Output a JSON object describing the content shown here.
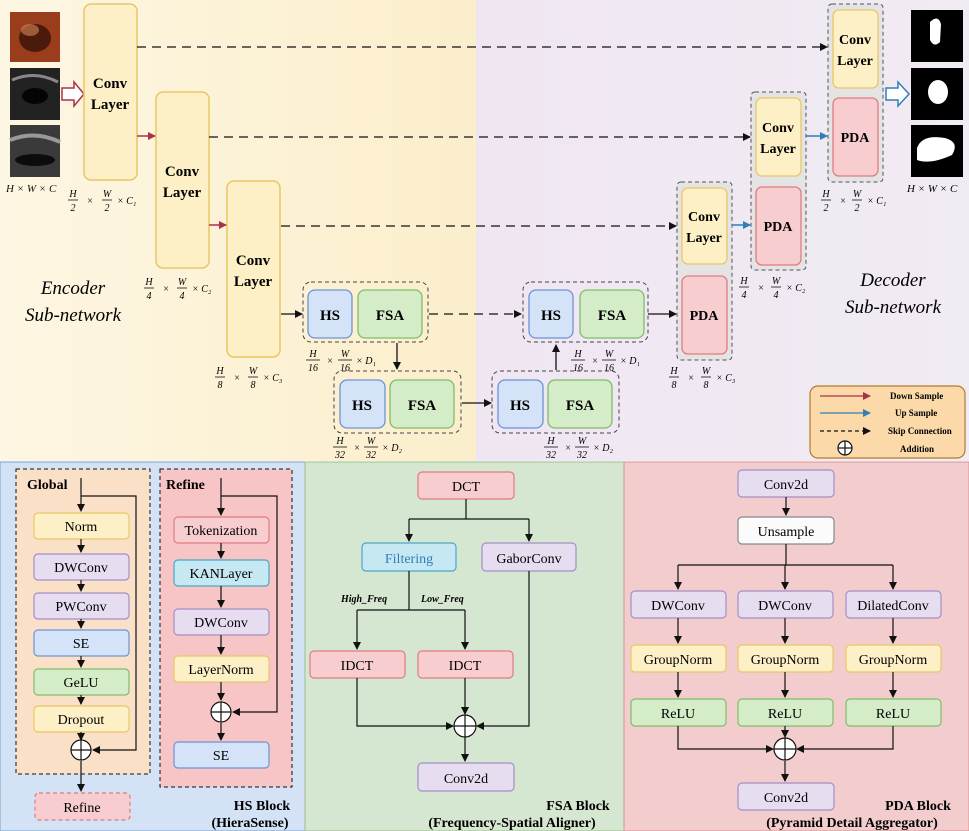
{
  "encoder": {
    "title_line1": "Encoder",
    "title_line2": "Sub-network",
    "conv_line1": "Conv",
    "conv_line2": "Layer",
    "input_dim": "H × W × C",
    "dim1": {
      "num": "H",
      "num2": "W",
      "den": "2",
      "rest": "× C₁"
    },
    "dim2": {
      "num": "H",
      "num2": "W",
      "den": "4",
      "rest": "× C₂"
    },
    "dim3": {
      "num": "H",
      "num2": "W",
      "den": "8",
      "rest": "× C₃"
    },
    "dim4": {
      "num": "H",
      "num2": "W",
      "den": "16",
      "rest": "× D₁"
    },
    "dim5": {
      "num": "H",
      "num2": "W",
      "den": "32",
      "rest": "× D₂"
    }
  },
  "decoder": {
    "title_line1": "Decoder",
    "title_line2": "Sub-network",
    "pda": "PDA",
    "output_dim": "H × W × C",
    "dim16": {
      "num": "H",
      "num2": "W",
      "den": "16",
      "rest": "× D₁"
    },
    "dim32": {
      "num": "H",
      "num2": "W",
      "den": "32",
      "rest": "× D₂"
    },
    "dim8": {
      "num": "H",
      "num2": "W",
      "den": "8",
      "rest": "× C₃"
    },
    "dim4": {
      "num": "H",
      "num2": "W",
      "den": "4",
      "rest": "× C₂"
    },
    "dim2": {
      "num": "H",
      "num2": "W",
      "den": "2",
      "rest": "× C₁"
    }
  },
  "blocks": {
    "hs": "HS",
    "fsa": "FSA"
  },
  "legend": {
    "down": "Down Sample",
    "up": "Up Sample",
    "skip": "Skip Connection",
    "add": "Addition"
  },
  "hs_block": {
    "global_title": "Global",
    "global_items": [
      "Norm",
      "DWConv",
      "PWConv",
      "SE",
      "GeLU",
      "Dropout"
    ],
    "refine_out": "Refine",
    "refine_title": "Refine",
    "refine_items": [
      "Tokenization",
      "KANLayer",
      "DWConv",
      "LayerNorm"
    ],
    "refine_se": "SE",
    "caption1": "HS Block",
    "caption2": "(HieraSense)"
  },
  "fsa_block": {
    "dct": "DCT",
    "filtering": "Filtering",
    "gabor": "GaborConv",
    "high": "High_Freq",
    "low": "Low_Freq",
    "idct": "IDCT",
    "conv2d": "Conv2d",
    "caption1": "FSA Block",
    "caption2": "(Frequency-Spatial Aligner)"
  },
  "pda_block": {
    "conv2d_top": "Conv2d",
    "unsample": "Unsample",
    "branches": [
      "DWConv",
      "DWConv",
      "DilatedConv"
    ],
    "groupnorm": "GroupNorm",
    "relu": "ReLU",
    "conv2d_bottom": "Conv2d",
    "caption1": "PDA Block",
    "caption2": "(Pyramid Detail Aggregator)"
  },
  "colors": {
    "yellow_fill": "#fdf0c6",
    "yellow_stroke": "#e8c766",
    "red_fill": "#f7cdcf",
    "red_stroke": "#e07c80",
    "blue_fill": "#d5e3f8",
    "blue_stroke": "#6e93d6",
    "green_fill": "#d5ecc9",
    "green_stroke": "#7fbd6a",
    "purple_fill": "#e6ddf0",
    "purple_stroke": "#a48fc4",
    "cyan_fill": "#c6e8f3",
    "cyan_stroke": "#4aa7c8",
    "down_arrow": "#a8324a",
    "up_arrow": "#2f7fb9"
  }
}
